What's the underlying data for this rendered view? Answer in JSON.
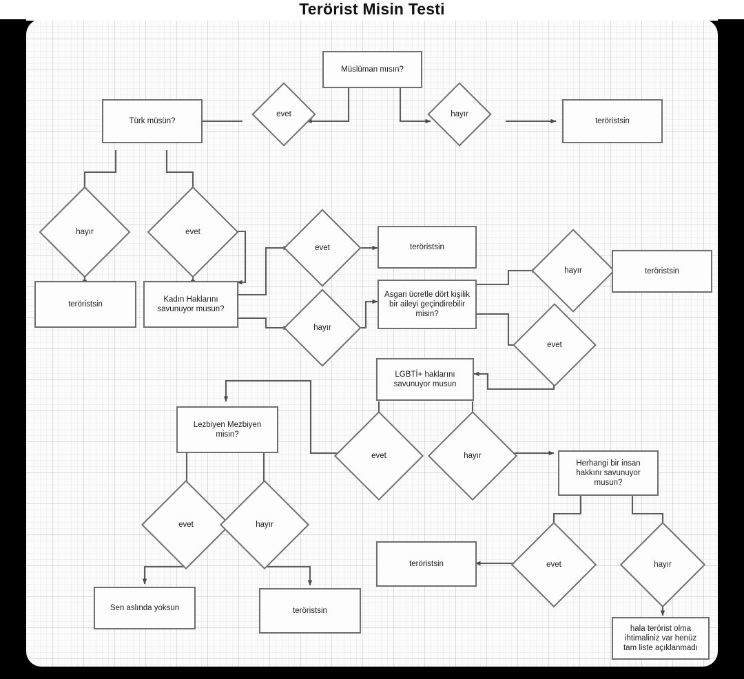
{
  "title": "Terörist Misin Testi",
  "theme": {
    "page_bg": "#000000",
    "canvas_bg": "#fbfbfb",
    "shape_fill": "#fdfdfd",
    "shape_stroke": "#6e6e6e",
    "text": "#1b1b1b",
    "grid_line": "#e8e8e8"
  },
  "chart_data": {
    "type": "diagram",
    "title": "Terörist Misin Testi",
    "nodes": [
      {
        "id": "q_muslim",
        "shape": "box",
        "text": "Müslüman mısın?"
      },
      {
        "id": "d_evet_1",
        "shape": "diamond",
        "text": "evet"
      },
      {
        "id": "d_hayir_1",
        "shape": "diamond",
        "text": "hayır"
      },
      {
        "id": "r_tero_1",
        "shape": "box",
        "text": "teröristsin"
      },
      {
        "id": "q_turk",
        "shape": "box",
        "text": "Türk müsün?"
      },
      {
        "id": "d_hayir_2",
        "shape": "diamond",
        "text": "hayır"
      },
      {
        "id": "d_evet_2",
        "shape": "diamond",
        "text": "evet"
      },
      {
        "id": "r_tero_2",
        "shape": "box",
        "text": "teröristsin"
      },
      {
        "id": "q_kadin",
        "shape": "box",
        "text": "Kadın Haklarını savunuyor musun?"
      },
      {
        "id": "d_evet_3",
        "shape": "diamond",
        "text": "evet"
      },
      {
        "id": "d_hayir_3",
        "shape": "diamond",
        "text": "hayır"
      },
      {
        "id": "r_tero_3",
        "shape": "box",
        "text": "teröristsin"
      },
      {
        "id": "q_asgari",
        "shape": "box",
        "text": "Asgari ücretle dört kişilik bir aileyi geçindirebilir misin?"
      },
      {
        "id": "d_hayir_4",
        "shape": "diamond",
        "text": "hayır"
      },
      {
        "id": "r_tero_4",
        "shape": "box",
        "text": "teröristsin"
      },
      {
        "id": "d_evet_4",
        "shape": "diamond",
        "text": "evet"
      },
      {
        "id": "q_lgbti",
        "shape": "box",
        "text": "LGBTİ+ haklarını savunuyor musun"
      },
      {
        "id": "d_evet_5",
        "shape": "diamond",
        "text": "evet"
      },
      {
        "id": "d_hayir_5",
        "shape": "diamond",
        "text": "hayır"
      },
      {
        "id": "q_lezbiyen",
        "shape": "box",
        "text": "Lezbiyen Mezbiyen misin?"
      },
      {
        "id": "d_evet_6",
        "shape": "diamond",
        "text": "evet"
      },
      {
        "id": "d_hayir_6",
        "shape": "diamond",
        "text": "hayır"
      },
      {
        "id": "r_yoksun",
        "shape": "box",
        "text": "Sen aslında yoksun"
      },
      {
        "id": "r_tero_5",
        "shape": "box",
        "text": "teröristsin"
      },
      {
        "id": "q_insanhak",
        "shape": "box",
        "text": "Herhangi bir insan hakkını savunuyor musun?"
      },
      {
        "id": "d_evet_7",
        "shape": "diamond",
        "text": "evet"
      },
      {
        "id": "d_hayir_7",
        "shape": "diamond",
        "text": "hayır"
      },
      {
        "id": "r_tero_6",
        "shape": "box",
        "text": "teröristsin"
      },
      {
        "id": "r_hala",
        "shape": "box",
        "text": "hala terörist olma ihtimaliniz var henüz tam liste açıklanmadı"
      }
    ],
    "edges": [
      {
        "from": "q_muslim",
        "to": "d_evet_1"
      },
      {
        "from": "q_muslim",
        "to": "d_hayir_1"
      },
      {
        "from": "d_evet_1",
        "to": "q_turk"
      },
      {
        "from": "d_hayir_1",
        "to": "r_tero_1"
      },
      {
        "from": "q_turk",
        "to": "d_hayir_2"
      },
      {
        "from": "q_turk",
        "to": "d_evet_2"
      },
      {
        "from": "d_hayir_2",
        "to": "r_tero_2"
      },
      {
        "from": "d_evet_2",
        "to": "q_kadin"
      },
      {
        "from": "q_kadin",
        "to": "d_evet_3"
      },
      {
        "from": "q_kadin",
        "to": "d_hayir_3"
      },
      {
        "from": "d_evet_3",
        "to": "r_tero_3"
      },
      {
        "from": "d_hayir_3",
        "to": "q_asgari"
      },
      {
        "from": "q_asgari",
        "to": "d_hayir_4"
      },
      {
        "from": "q_asgari",
        "to": "d_evet_4"
      },
      {
        "from": "d_hayir_4",
        "to": "r_tero_4"
      },
      {
        "from": "d_evet_4",
        "to": "q_lgbti"
      },
      {
        "from": "q_lgbti",
        "to": "d_evet_5"
      },
      {
        "from": "q_lgbti",
        "to": "d_hayir_5"
      },
      {
        "from": "d_evet_5",
        "to": "q_lezbiyen"
      },
      {
        "from": "d_hayir_5",
        "to": "q_insanhak"
      },
      {
        "from": "q_lezbiyen",
        "to": "d_evet_6"
      },
      {
        "from": "q_lezbiyen",
        "to": "d_hayir_6"
      },
      {
        "from": "d_evet_6",
        "to": "r_yoksun"
      },
      {
        "from": "d_hayir_6",
        "to": "r_tero_5"
      },
      {
        "from": "q_insanhak",
        "to": "d_evet_7"
      },
      {
        "from": "q_insanhak",
        "to": "d_hayir_7"
      },
      {
        "from": "d_evet_7",
        "to": "r_tero_6"
      },
      {
        "from": "d_hayir_7",
        "to": "r_hala"
      }
    ]
  }
}
